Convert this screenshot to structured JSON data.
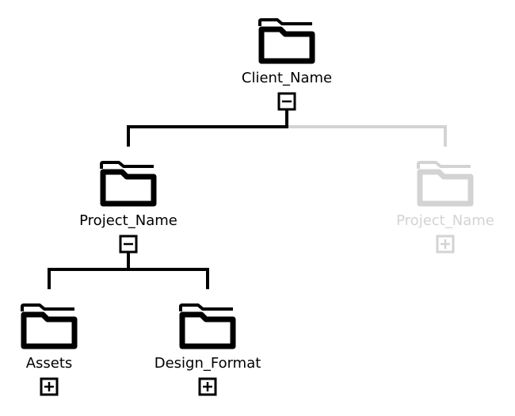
{
  "colors": {
    "active": "#000000",
    "inactive": "#d3d3d3",
    "background": "#ffffff"
  },
  "nodes": [
    {
      "id": "client",
      "label": "Client_Name",
      "icon": "folder-icon",
      "toggle": "collapse",
      "active": true
    },
    {
      "id": "project-1",
      "label": "Project_Name",
      "icon": "folder-icon",
      "toggle": "collapse",
      "active": true
    },
    {
      "id": "project-2",
      "label": "Project_Name",
      "icon": "folder-icon",
      "toggle": "expand",
      "active": false
    },
    {
      "id": "assets",
      "label": "Assets",
      "icon": "folder-icon",
      "toggle": "expand",
      "active": true
    },
    {
      "id": "design-format",
      "label": "Design_Format",
      "icon": "folder-icon",
      "toggle": "expand",
      "active": true
    }
  ],
  "edges": [
    {
      "from": "client",
      "to": "project-1",
      "active": true
    },
    {
      "from": "client",
      "to": "project-2",
      "active": false
    },
    {
      "from": "project-1",
      "to": "assets",
      "active": true
    },
    {
      "from": "project-1",
      "to": "design-format",
      "active": true
    }
  ]
}
